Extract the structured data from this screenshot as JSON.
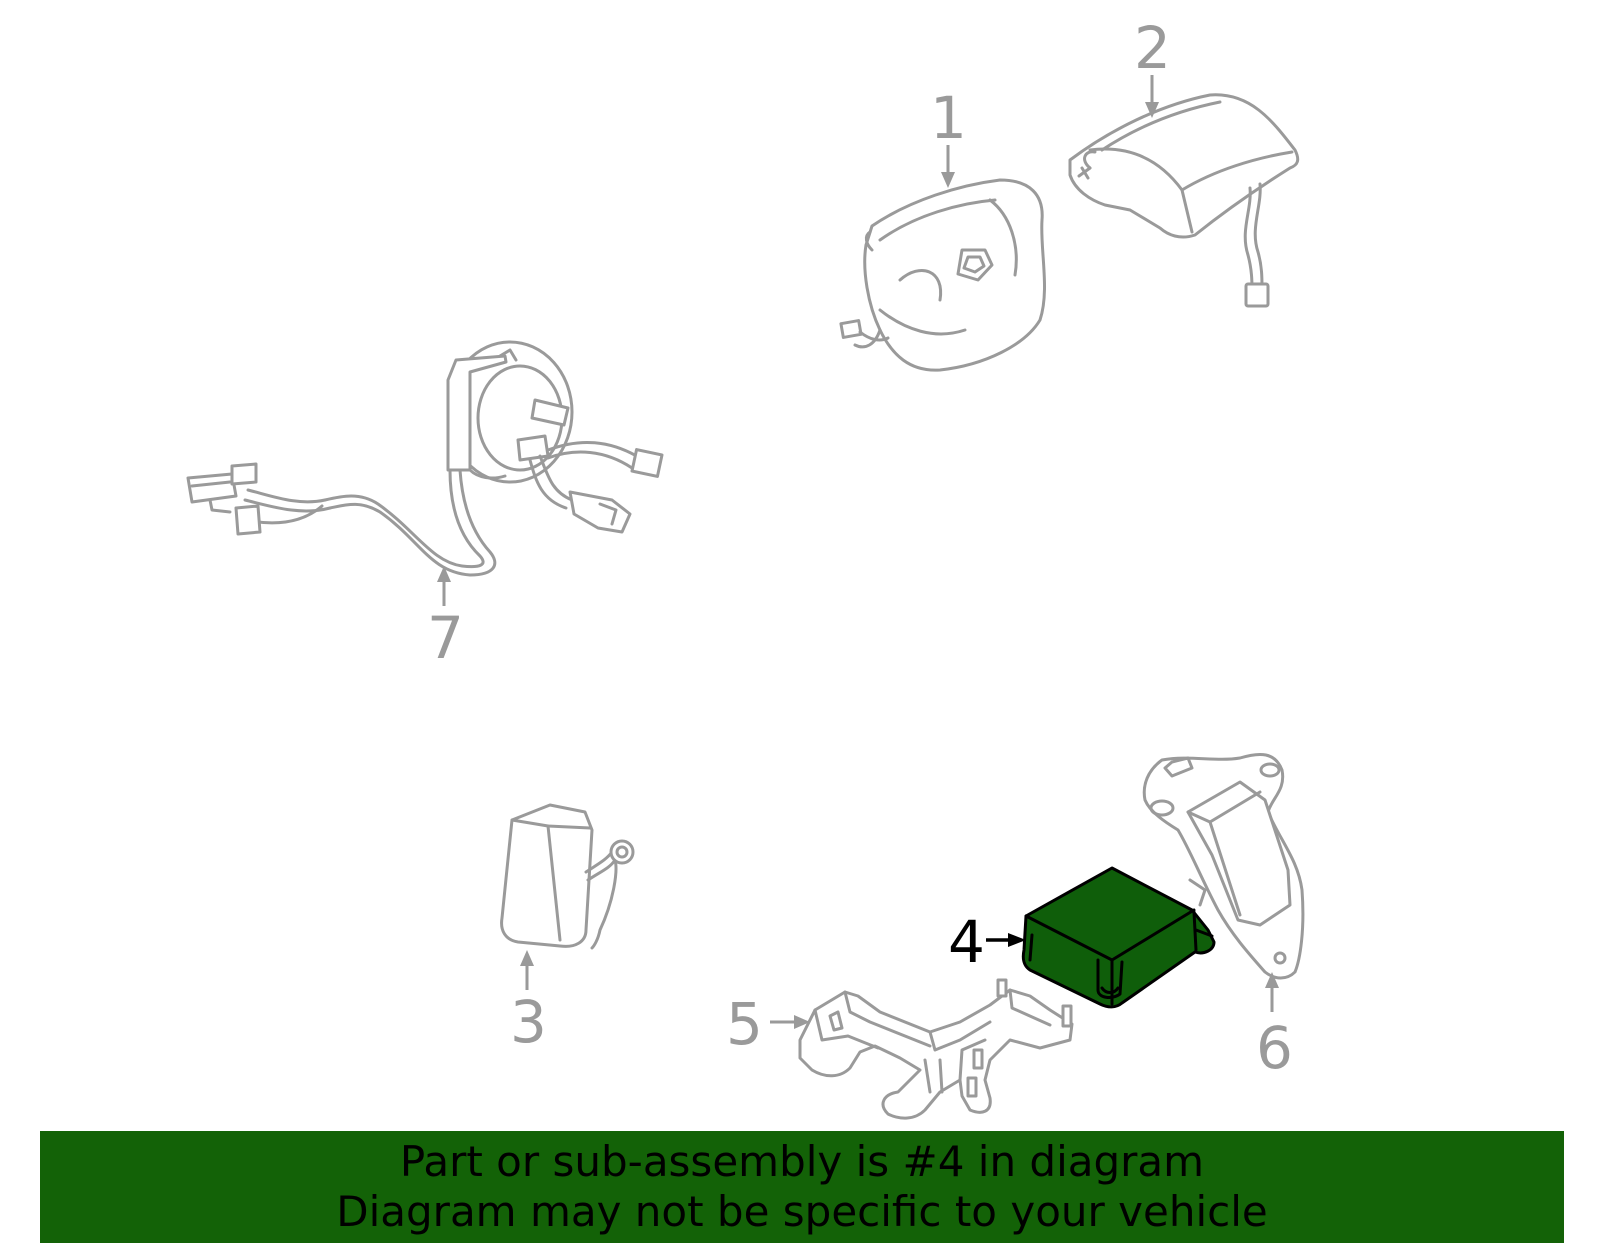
{
  "callouts": {
    "c1": "1",
    "c2": "2",
    "c3": "3",
    "c4": "4",
    "c5": "5",
    "c6": "6",
    "c7": "7"
  },
  "highlighted_part": "4",
  "colors": {
    "highlight_fill": "#0f5e0a",
    "banner_background": "#136207",
    "line_gray": "#9a9a9a"
  },
  "banner": {
    "line1": "Part or sub-assembly is #4 in diagram",
    "line2": "Diagram may not be specific to your vehicle"
  }
}
